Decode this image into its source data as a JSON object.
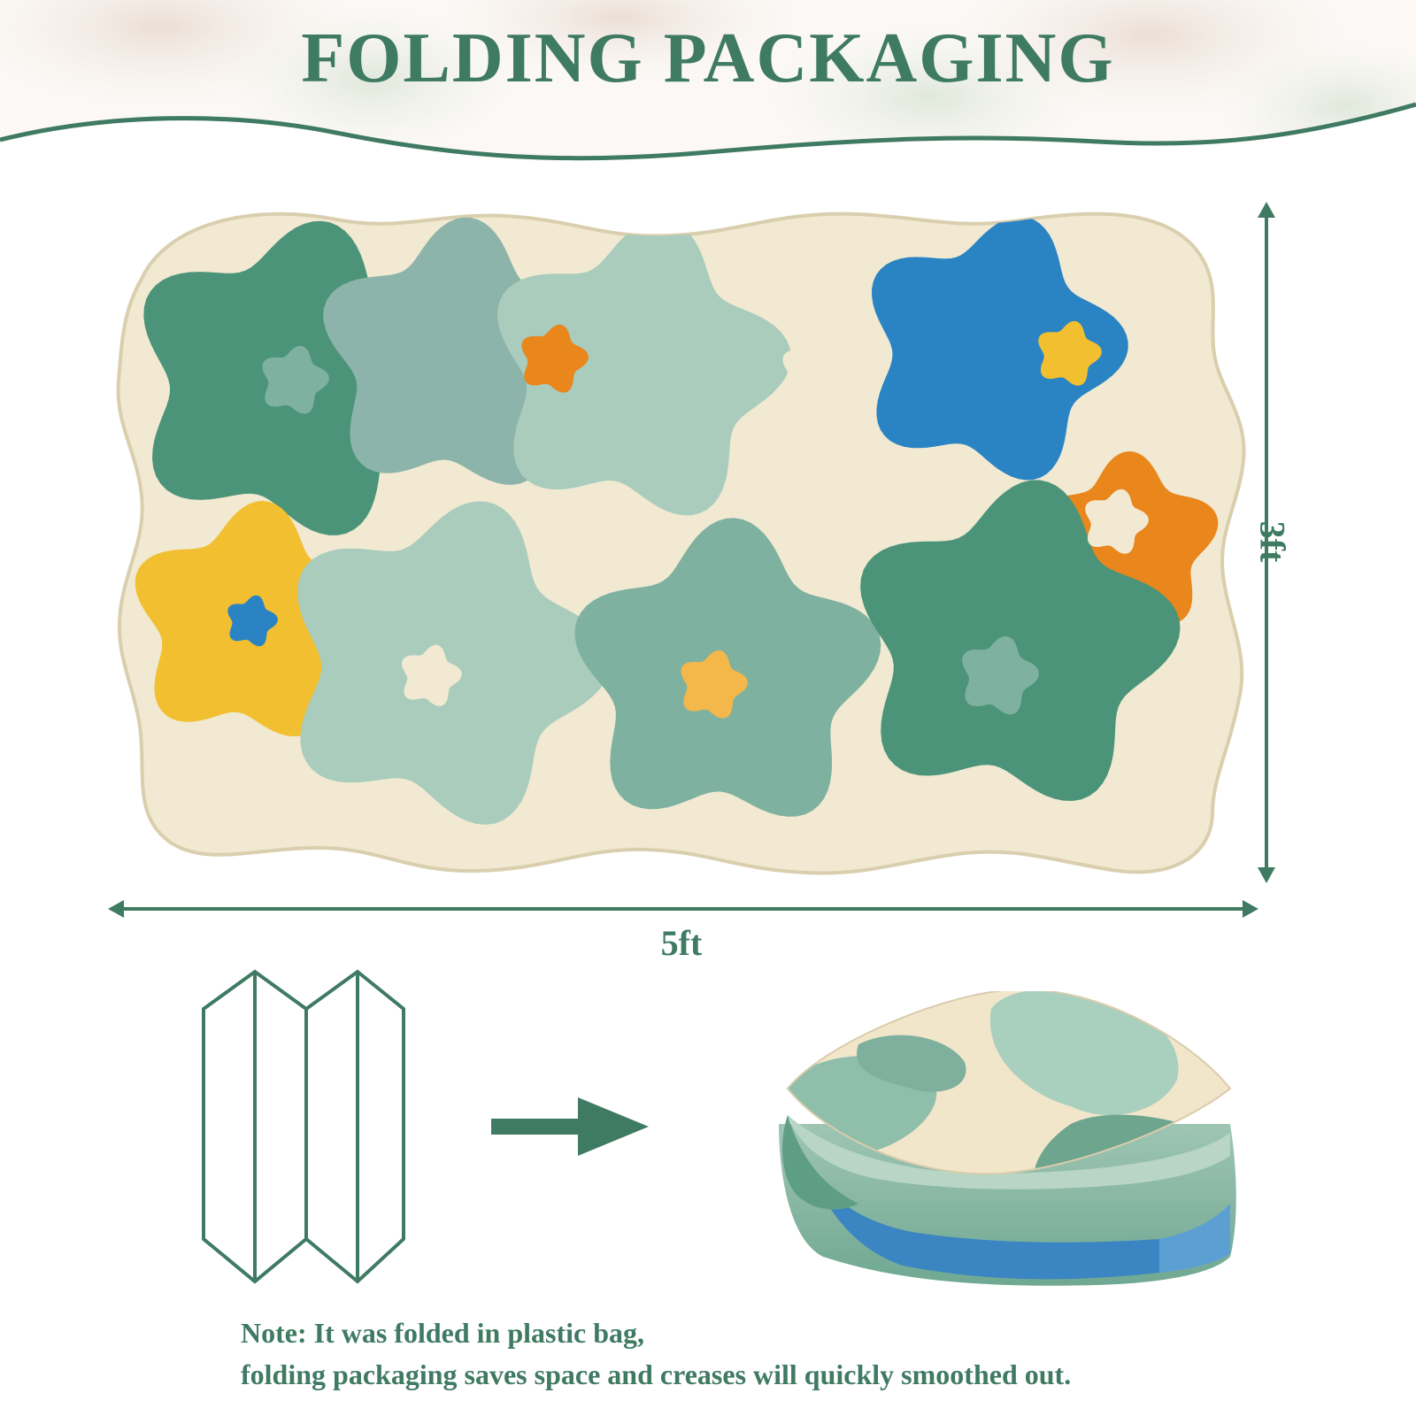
{
  "header": {
    "title": "FOLDING PACKAGING"
  },
  "dimensions": {
    "height_label": "3ft",
    "width_label": "5ft"
  },
  "note": {
    "line1": "Note: It was folded in plastic bag,",
    "line2": "folding packaging saves space and creases will quickly smoothed out."
  },
  "icons": {
    "fold": "zigzag-fold-icon",
    "arrow": "arrow-right-icon",
    "dimension_arrows": "double-arrow-icon"
  },
  "colors": {
    "brand_green": "#3f7a63",
    "rug_cream": "#f1e9d1",
    "flower_dark_green": "#4b9479",
    "flower_sage": "#8db4aa",
    "flower_mint": "#a9ccbc",
    "flower_teal": "#7fb1a0",
    "flower_blue": "#2a84c4",
    "flower_yellow": "#f1bf2f",
    "flower_orange": "#e9861c",
    "flower_light_yellow": "#f4b74a"
  }
}
